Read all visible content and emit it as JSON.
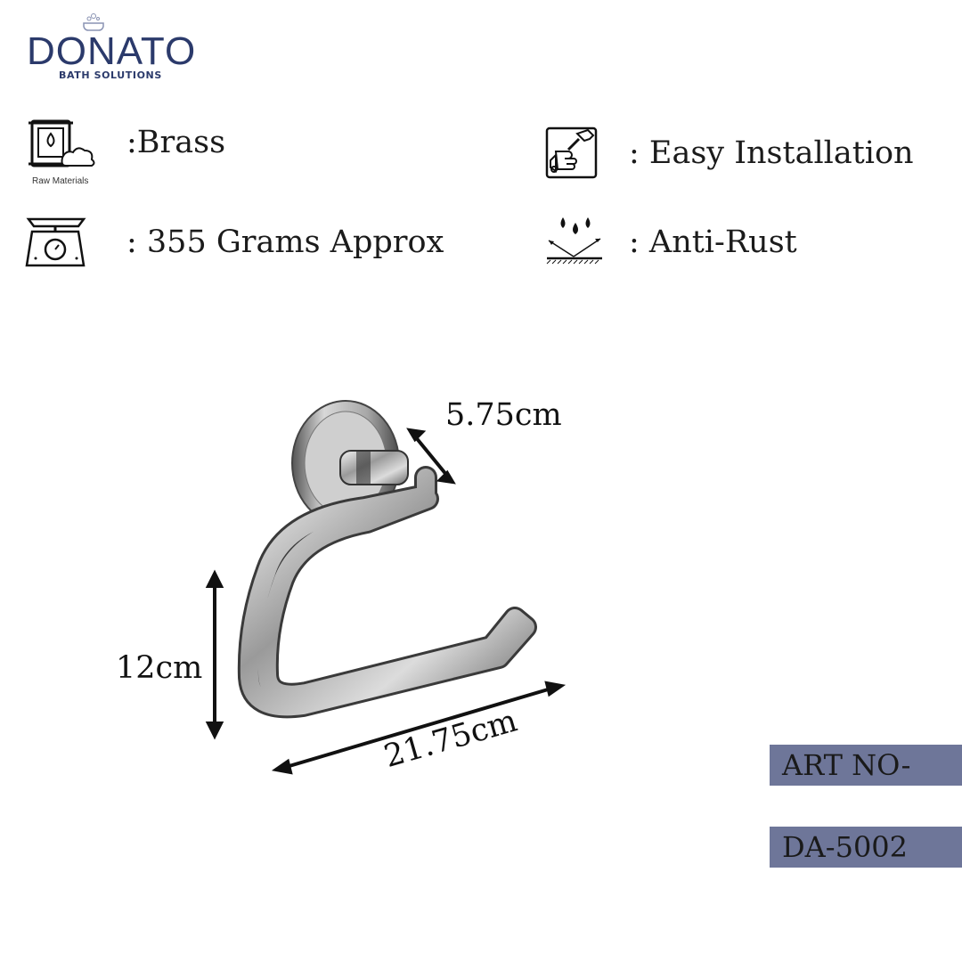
{
  "brand": {
    "name": "DONATO",
    "tagline": "BATH SOLUTIONS",
    "color": "#2b3a6b"
  },
  "features": {
    "material": {
      "icon": "raw-materials-icon",
      "caption": "Raw Materials",
      "text": ":Brass"
    },
    "installation": {
      "icon": "wrench-hand-icon",
      "text": ": Easy Installation"
    },
    "weight": {
      "icon": "weighing-scale-icon",
      "text": ": 355 Grams Approx"
    },
    "rust": {
      "icon": "water-drops-icon",
      "text": ": Anti-Rust"
    }
  },
  "dimensions": {
    "depth": "5.75cm",
    "height": "12cm",
    "width": "21.75cm"
  },
  "article": {
    "label": "ART NO-",
    "number": "DA-5002",
    "box_color": "#6e7699"
  }
}
